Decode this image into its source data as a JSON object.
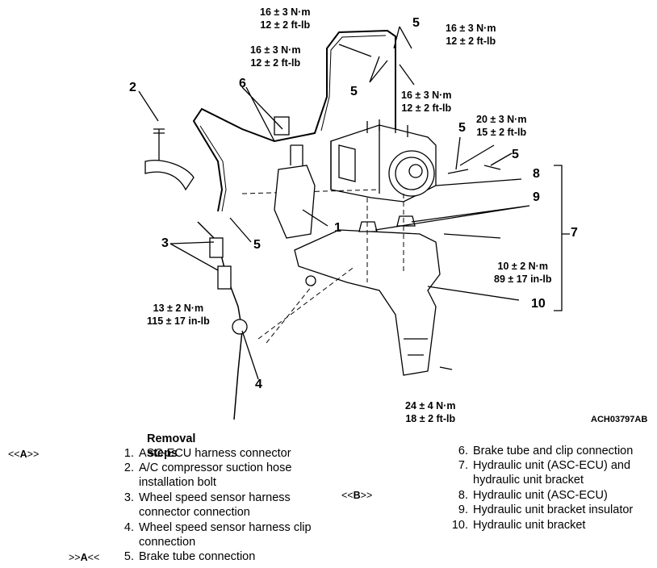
{
  "callouts": {
    "c1": "1",
    "c2": "2",
    "c3": "3",
    "c4": "4",
    "c5a": "5",
    "c5b": "5",
    "c5c": "5",
    "c5d": "5",
    "c5e": "5",
    "c6": "6",
    "c7": "7",
    "c8": "8",
    "c9": "9",
    "c10": "10"
  },
  "torques": {
    "t1": [
      "16 ± 3 N·m",
      "12 ± 2 ft-lb"
    ],
    "t2": [
      "16 ± 3 N·m",
      "12 ± 2 ft-lb"
    ],
    "t3": [
      "16 ± 3 N·m",
      "12 ± 2 ft-lb"
    ],
    "t4": [
      "16 ± 3 N·m",
      "12 ± 2 ft-lb"
    ],
    "t5": [
      "20 ± 3 N·m",
      "15 ± 2 ft-lb"
    ],
    "t6": [
      "10 ± 2 N·m",
      "89 ± 17 in-lb"
    ],
    "t7": [
      "13 ± 2 N·m",
      "115 ± 17 in-lb"
    ],
    "t8": [
      "24 ± 4 N·m",
      "18 ± 2 ft-lb"
    ]
  },
  "figure_id": "ACH03797AB",
  "removal": {
    "title": "Removal steps",
    "mark_a_prefix": "<<",
    "mark_a_letter": "A",
    "mark_a_suffix": ">>",
    "mark_a2_prefix": ">>",
    "mark_a2_letter": "A",
    "mark_a2_suffix": "<<",
    "mark_b_prefix": "<<",
    "mark_b_letter": "B",
    "mark_b_suffix": ">>",
    "steps": [
      {
        "num": "1.",
        "text": "ASC-ECU harness connector"
      },
      {
        "num": "2.",
        "text": "A/C compressor suction hose installation bolt"
      },
      {
        "num": "3.",
        "text": "Wheel speed sensor harness connector connection"
      },
      {
        "num": "4.",
        "text": "Wheel speed sensor harness clip connection"
      },
      {
        "num": "5.",
        "text": "Brake tube connection"
      },
      {
        "num": "6.",
        "text": "Brake tube and clip connection"
      },
      {
        "num": "7.",
        "text": "Hydraulic unit (ASC-ECU) and hydraulic unit bracket"
      },
      {
        "num": "8.",
        "text": "Hydraulic unit (ASC-ECU)"
      },
      {
        "num": "9.",
        "text": "Hydraulic unit bracket insulator"
      },
      {
        "num": "10.",
        "text": "Hydraulic unit bracket"
      }
    ]
  }
}
